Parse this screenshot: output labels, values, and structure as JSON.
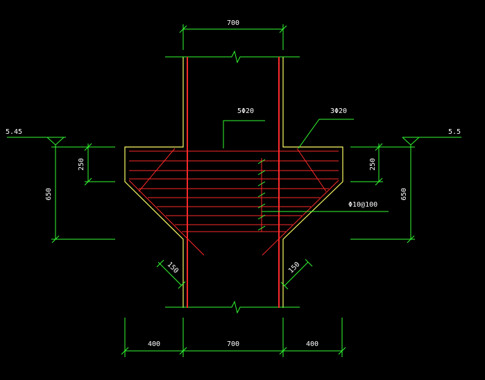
{
  "colors": {
    "background": "#000000",
    "concrete_outline": "#ffff66",
    "rebar": "#ff2a2a",
    "dimension": "#33ff33",
    "text": "#ffffff"
  },
  "dimensions": {
    "top_width": "700",
    "bottom_left": "400",
    "bottom_center": "700",
    "bottom_right": "400",
    "left_depth_upper": "250",
    "left_depth_total": "650",
    "right_depth_upper": "250",
    "right_depth_total": "650",
    "left_chamfer": "150",
    "right_chamfer": "150"
  },
  "elevations": {
    "left": "5.45",
    "right": "5.5"
  },
  "rebar_labels": {
    "top_bars": "5Φ20",
    "side_bars": "3Φ20",
    "stirrups": "Φ10@100"
  }
}
